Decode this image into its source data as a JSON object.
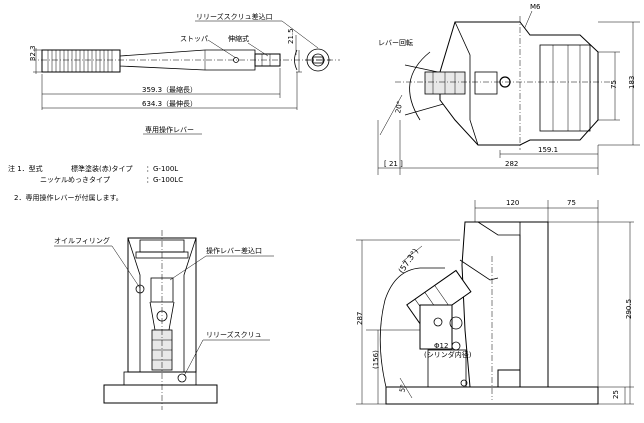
{
  "lever": {
    "label_release_port": "リリーズスクリュ差込口",
    "label_stopper": "ストッパ",
    "label_telescopic": "伸縮式",
    "dim_dia": "32.3",
    "dim_21_5": "21.5",
    "dim_min_len": "359.3（最縮長）",
    "dim_max_len": "634.3（最伸長）",
    "caption": "専用操作レバー"
  },
  "top_view": {
    "label_lever_rotation": "レバー回転",
    "label_m6": "M6",
    "dim_20deg": "20°",
    "dim_75": "75",
    "dim_183": "183",
    "dim_21": "[ 21 ]",
    "dim_159_1": "159.1",
    "dim_282": "282"
  },
  "notes": {
    "n1_prefix": "注 1．型式",
    "n1_line1_type": "標準塗装(赤)タイプ",
    "n1_line1_model": "：G-100L",
    "n1_line2_type": "ニッケルめっきタイプ",
    "n1_line2_model": "：G-100LC",
    "n2": "2．専用操作レバーが付属します。"
  },
  "front_view": {
    "label_oil_filling": "オイルフィリング",
    "label_lever_port": "操作レバー差込口",
    "label_release_screw": "リリーズスクリュ"
  },
  "side_view": {
    "dim_120": "120",
    "dim_75": "75",
    "dim_57_3": "(57.3°)",
    "dim_287": "287",
    "dim_290_5": "290.5",
    "dim_156": "(156)",
    "dim_12": "Φ12",
    "dim_12_note": "(シリンダ内径)",
    "dim_5deg": "5°",
    "dim_25": "25"
  }
}
